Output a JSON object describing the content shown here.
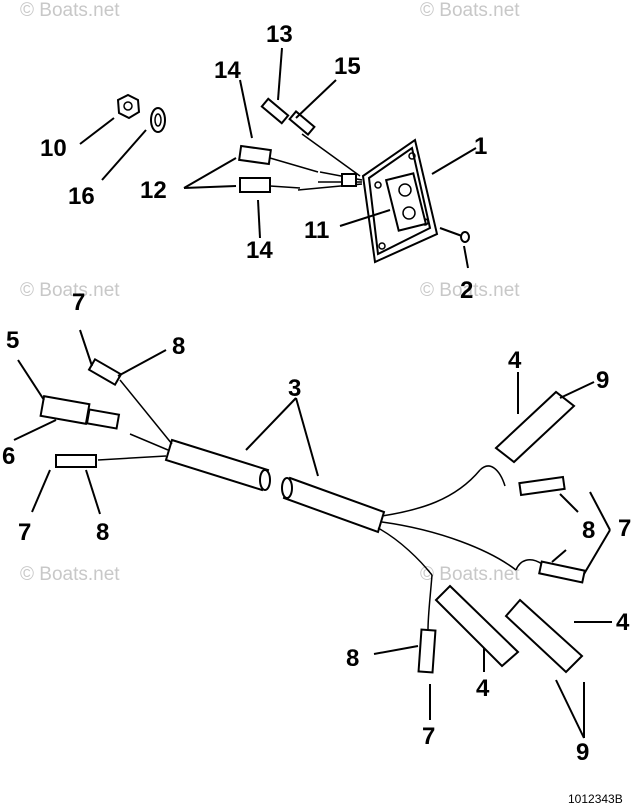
{
  "watermark": "© Boats.net",
  "drawing_code": "1012343B",
  "callouts": {
    "c1": "1",
    "c2": "2",
    "c3": "3",
    "c4a": "4",
    "c4b": "4",
    "c4c": "4",
    "c5": "5",
    "c6": "6",
    "c7a": "7",
    "c7b": "7",
    "c7c": "7",
    "c7d": "7",
    "c8a": "8",
    "c8b": "8",
    "c8c": "8",
    "c8d": "8",
    "c9a": "9",
    "c9b": "9",
    "c10": "10",
    "c11": "11",
    "c12": "12",
    "c13": "13",
    "c14a": "14",
    "c14b": "14",
    "c15": "15",
    "c16": "16"
  }
}
